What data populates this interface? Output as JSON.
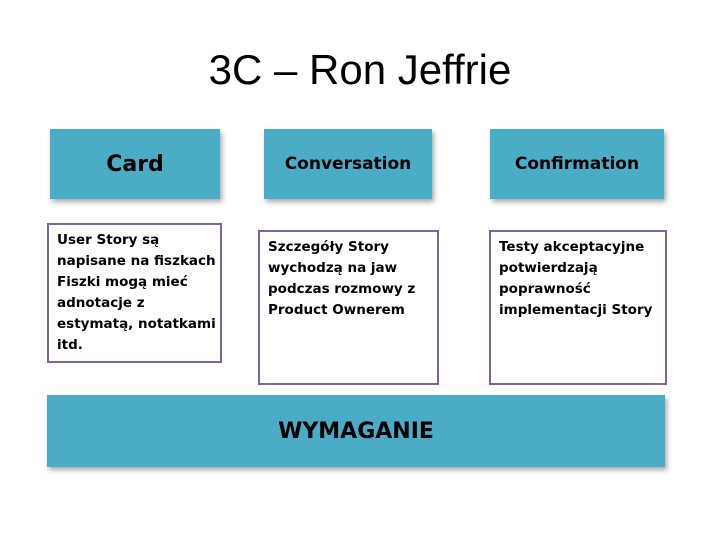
{
  "slide": {
    "title": "3C – Ron Jeffrie"
  },
  "columns": [
    {
      "heading": "Card",
      "description_lines": [
        "User Story są",
        "napisane na fiszkach",
        "Fiszki mogą mieć",
        "adnotacje z",
        "estymatą, notatkami",
        "itd."
      ]
    },
    {
      "heading": "Conversation",
      "description_lines": [
        "Szczegóły Story",
        "wychodzą na jaw",
        "podczas rozmowy z",
        "Product Ownerem"
      ]
    },
    {
      "heading": "Confirmation",
      "description_lines": [
        "Testy akceptacyjne",
        "potwierdzają",
        "poprawność",
        "implementacji Story"
      ]
    }
  ],
  "footer": {
    "label": "WYMAGANIE"
  },
  "colors": {
    "accent_fill": "#4bacc6",
    "description_border": "#7e649e"
  }
}
